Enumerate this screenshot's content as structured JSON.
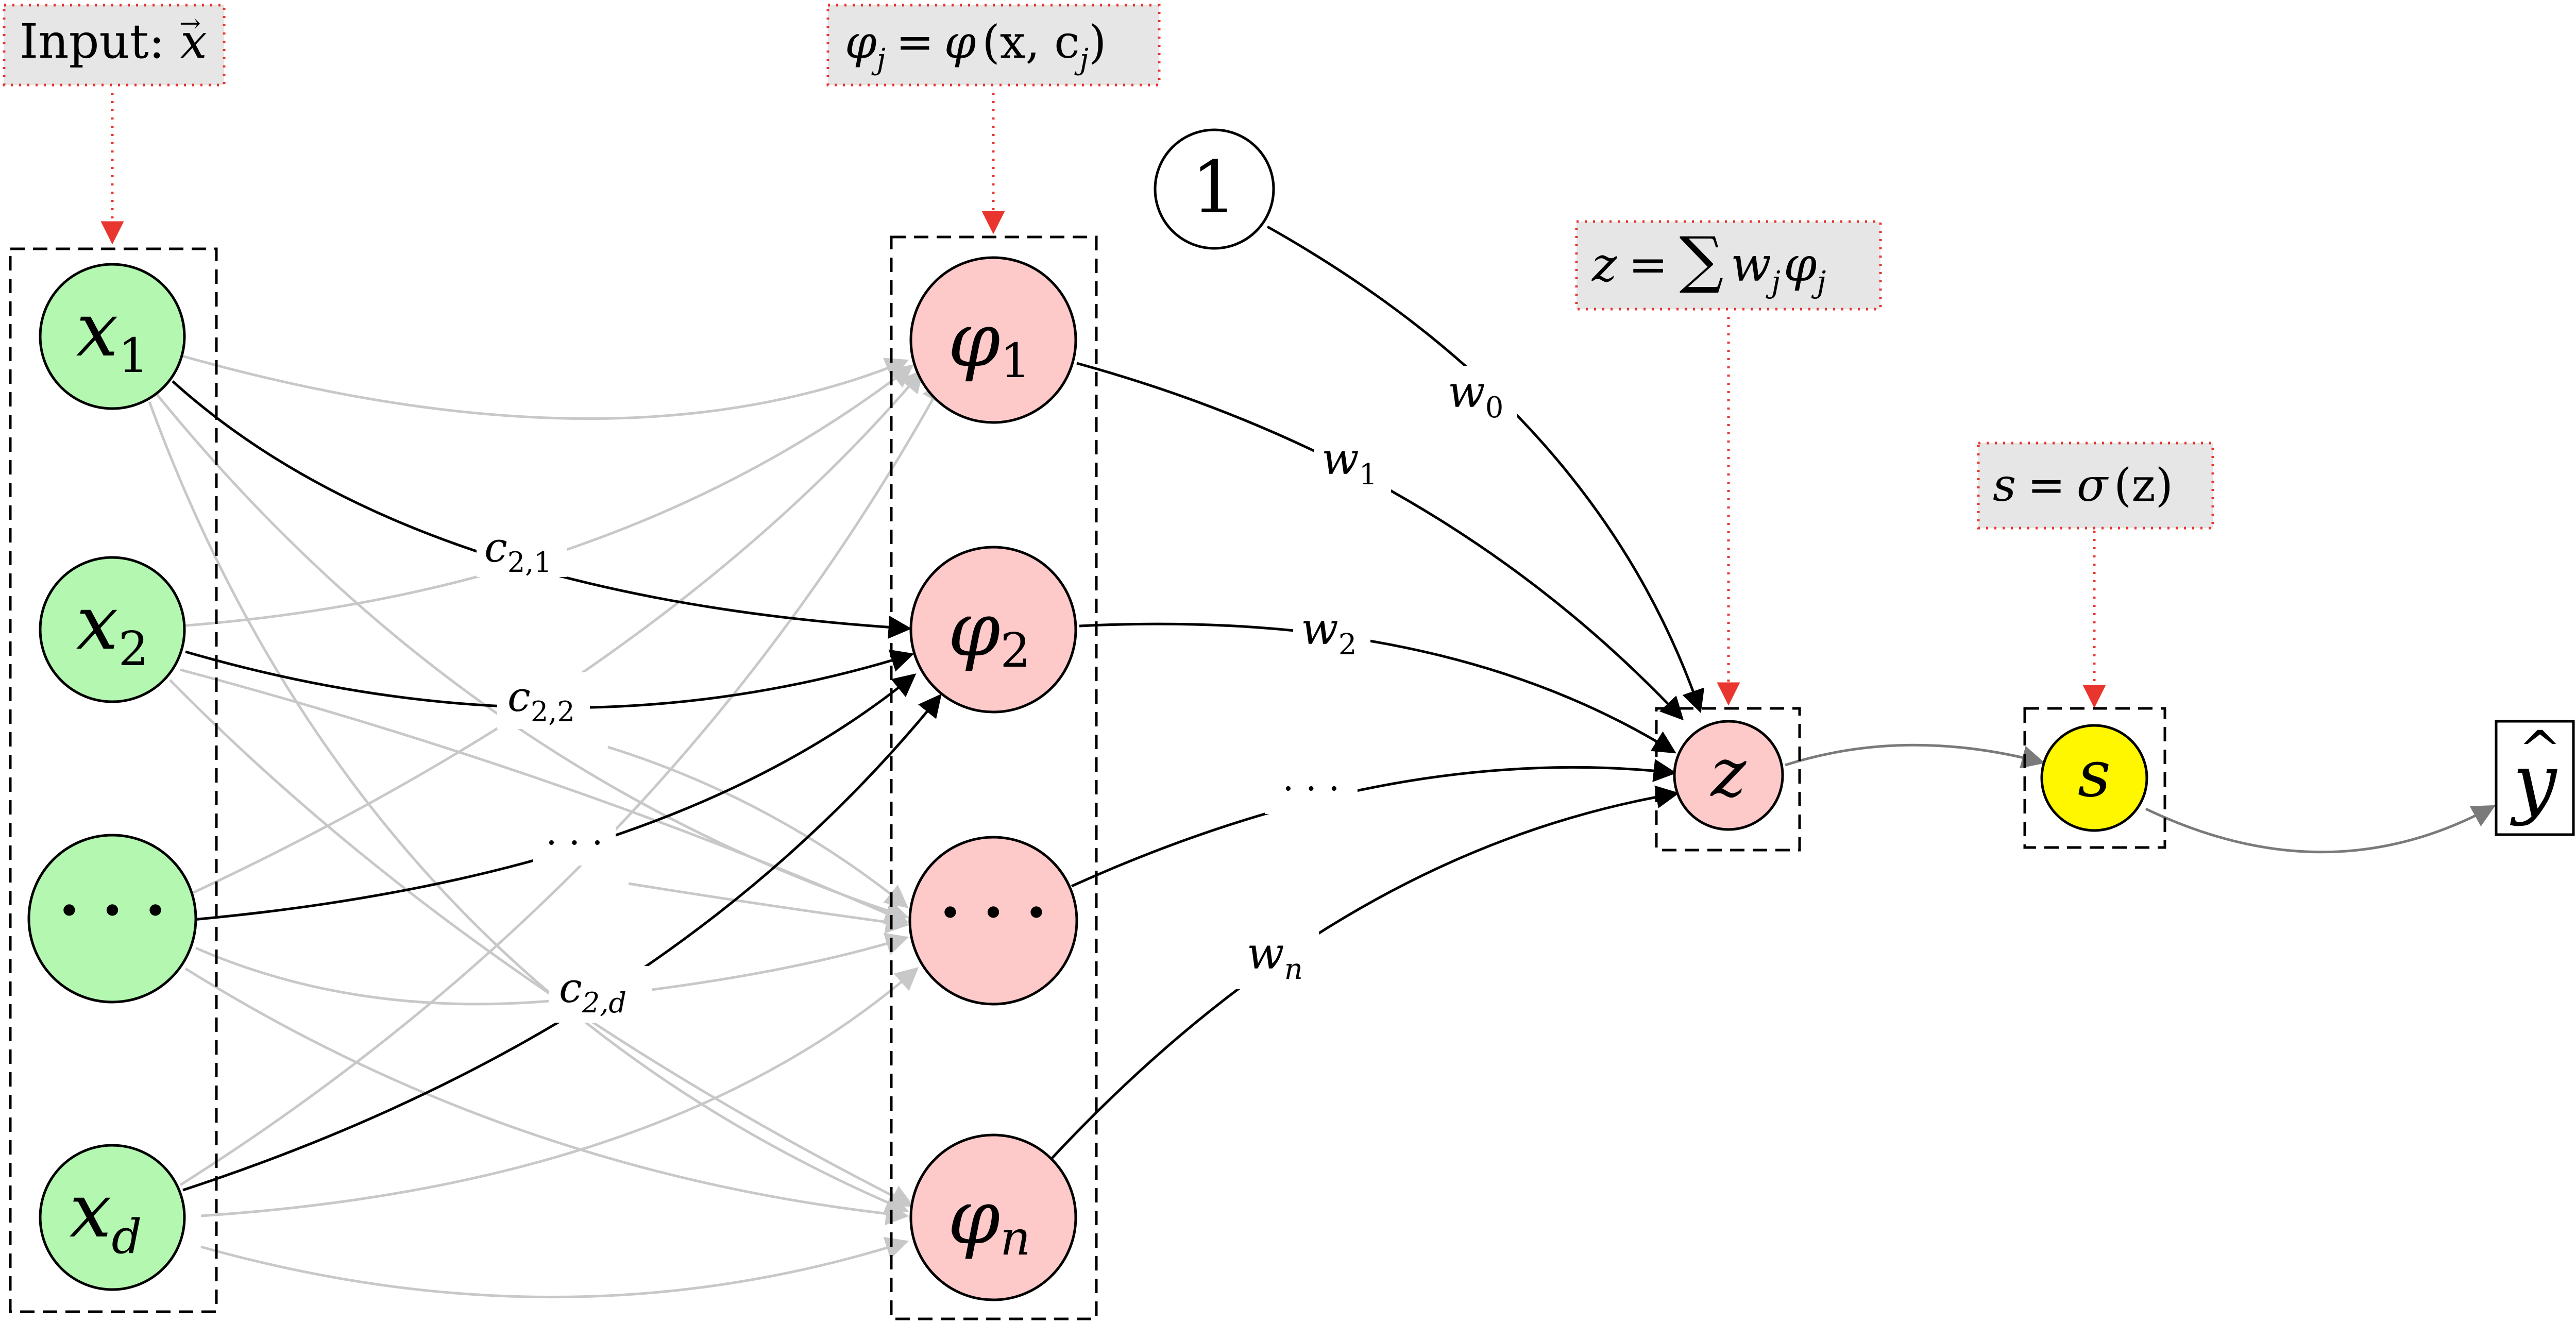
{
  "annotations": {
    "input": {
      "prefix": "Input:",
      "var": "x",
      "vec": "→"
    },
    "phi": {
      "lhs": "φ",
      "lhs_sub": "j",
      "eq": "=",
      "fn": "φ",
      "args": "(x, c",
      "args_sub": "j",
      "close": ")"
    },
    "z": {
      "lhs": "z",
      "eq": "=",
      "sum": "∑",
      "w": "w",
      "w_sub": "j",
      "phi": "φ",
      "phi_sub": "j"
    },
    "s": {
      "lhs": "s",
      "eq": "=",
      "fn": "σ",
      "arg": "(z)"
    }
  },
  "inputs": [
    {
      "base": "x",
      "sub": "1"
    },
    {
      "base": "x",
      "sub": "2"
    },
    {
      "base": "· · ·",
      "sub": ""
    },
    {
      "base": "x",
      "sub": "d"
    }
  ],
  "hidden": [
    {
      "base": "φ",
      "sub": "1"
    },
    {
      "base": "φ",
      "sub": "2"
    },
    {
      "base": "· · ·",
      "sub": ""
    },
    {
      "base": "φ",
      "sub": "n"
    }
  ],
  "bias": {
    "label": "1"
  },
  "sum_node": {
    "label": "z"
  },
  "sigmoid_node": {
    "label": "s"
  },
  "output": {
    "label": "y",
    "hat": "^"
  },
  "edge_labels": {
    "c21": {
      "base": "c",
      "sub": "2,1"
    },
    "c22": {
      "base": "c",
      "sub": "2,2"
    },
    "cdots": {
      "base": "· · ·",
      "sub": ""
    },
    "c2d": {
      "base": "c",
      "sub": "2,d"
    },
    "w0": {
      "base": "w",
      "sub": "0"
    },
    "w1": {
      "base": "w",
      "sub": "1"
    },
    "w2": {
      "base": "w",
      "sub": "2"
    },
    "wdots": {
      "base": "· · ·",
      "sub": ""
    },
    "wn": {
      "base": "w",
      "sub": "n"
    }
  },
  "colors": {
    "input_fill": "#b3f7b0",
    "hidden_fill": "#fdc9c9",
    "sigmoid_fill": "#fff700",
    "annotation_fill": "#e6e6e6",
    "annotation_border": "#e8362f",
    "faint_edge": "#c8c8c8",
    "strong_edge": "#000000",
    "output_edge": "#7a7a7a"
  }
}
